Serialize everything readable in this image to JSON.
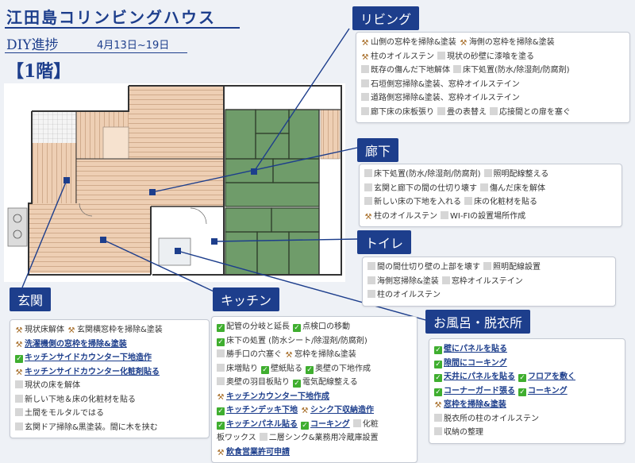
{
  "header": {
    "title": "江田島コリンビングハウス",
    "subtitle": "DIY進捗",
    "date_range": "4月13日~19日",
    "floor": "【1階】"
  },
  "sections": {
    "living": {
      "label": "リビング",
      "rows": [
        [
          {
            "icon": "hammer",
            "text": "山側の窓枠を掃除&塗装",
            "done": false
          },
          {
            "icon": "hammer",
            "text": "海側の窓枠を掃除&塗装",
            "done": false
          }
        ],
        [
          {
            "icon": "hammer",
            "text": "柱のオイルステン",
            "done": false
          },
          {
            "icon": "square",
            "text": "現状の砂壁に漆喰を塗る",
            "done": false
          }
        ],
        [
          {
            "icon": "square",
            "text": "既存の傷んだ下地解体",
            "done": false
          },
          {
            "icon": "square",
            "text": "床下処置(防水/除湿剤/防腐剤)",
            "done": false
          }
        ],
        [
          {
            "icon": "square",
            "text": "石垣側窓掃除&塗装、窓枠オイルステイン",
            "done": false
          }
        ],
        [
          {
            "icon": "square",
            "text": "道路側窓掃除&塗装、窓枠オイルステイン",
            "done": false
          }
        ],
        [
          {
            "icon": "square",
            "text": "廊下床の床板張り",
            "done": false
          },
          {
            "icon": "square",
            "text": "畳の表替え",
            "done": false
          },
          {
            "icon": "square",
            "text": "応接間との扉を塞ぐ",
            "done": false
          }
        ]
      ]
    },
    "hallway": {
      "label": "廊下",
      "rows": [
        [
          {
            "icon": "square",
            "text": "床下処置(防水/除湿剤/防腐剤)",
            "done": false
          },
          {
            "icon": "square",
            "text": "照明配線整える",
            "done": false
          }
        ],
        [
          {
            "icon": "square",
            "text": "玄関と廊下の間の仕切り壊す",
            "done": false
          },
          {
            "icon": "square",
            "text": "傷んだ床を解体",
            "done": false
          }
        ],
        [
          {
            "icon": "square",
            "text": "新しい床の下地を入れる",
            "done": false
          },
          {
            "icon": "square",
            "text": "床の化粧材を貼る",
            "done": false
          }
        ],
        [
          {
            "icon": "hammer",
            "text": "柱のオイルステン",
            "done": false
          },
          {
            "icon": "square",
            "text": "WI-FIの設置場所作成",
            "done": false
          }
        ]
      ]
    },
    "toilet": {
      "label": "トイレ",
      "rows": [
        [
          {
            "icon": "square",
            "text": "間の間仕切り壁の上部を壊す",
            "done": false
          },
          {
            "icon": "square",
            "text": "照明配線設置",
            "done": false
          }
        ],
        [
          {
            "icon": "square",
            "text": "海側窓掃除&塗装",
            "done": false
          },
          {
            "icon": "square",
            "text": "窓枠オイルステイン",
            "done": false
          }
        ],
        [
          {
            "icon": "square",
            "text": "柱のオイルステン",
            "done": false
          }
        ]
      ]
    },
    "entrance": {
      "label": "玄関",
      "rows": [
        [
          {
            "icon": "hammer",
            "text": "現状床解体",
            "done": false
          },
          {
            "icon": "hammer",
            "text": "玄関横窓枠を掃除&塗装",
            "done": false
          }
        ],
        [
          {
            "icon": "hammer",
            "text": "洗濯機側の窓枠を掃除&塗装",
            "done": true
          }
        ],
        [
          {
            "icon": "check",
            "text": "キッチンサイドカウンター下地造作",
            "done": true
          }
        ],
        [
          {
            "icon": "hammer",
            "text": "キッチンサイドカウンター化粧剤貼る",
            "done": true
          }
        ],
        [
          {
            "icon": "square",
            "text": "現状の床を解体",
            "done": false
          }
        ],
        [
          {
            "icon": "square",
            "text": "新しい下地＆床の化粧材を貼る",
            "done": false
          }
        ],
        [
          {
            "icon": "square",
            "text": "土間をモルタルではる",
            "done": false
          }
        ],
        [
          {
            "icon": "square",
            "text": "玄関ドア掃除&黒塗装。間に木を挟む",
            "done": false
          }
        ]
      ]
    },
    "kitchen": {
      "label": "キッチン",
      "rows": [
        [
          {
            "icon": "check",
            "text": "配管の分岐と延長",
            "done": false
          },
          {
            "icon": "check",
            "text": "点検口の移動",
            "done": false
          }
        ],
        [
          {
            "icon": "check",
            "text": "床下の処置 (防水シート/除湿剤/防腐剤)",
            "done": false
          }
        ],
        [
          {
            "icon": "square",
            "text": "勝手口の穴塞ぐ",
            "done": false
          },
          {
            "icon": "hammer",
            "text": "窓枠を掃除&塗装",
            "done": false
          }
        ],
        [
          {
            "icon": "square",
            "text": "床増貼り",
            "done": false
          },
          {
            "icon": "check",
            "text": "壁紙貼る",
            "done": false
          },
          {
            "icon": "check",
            "text": "奥壁の下地作成",
            "done": false
          }
        ],
        [
          {
            "icon": "square",
            "text": "奥壁の羽目板貼り",
            "done": false
          },
          {
            "icon": "check",
            "text": "電気配線整える",
            "done": false
          }
        ],
        [
          {
            "icon": "hammer",
            "text": "キッチンカウンター下地作成",
            "done": true
          }
        ],
        [
          {
            "icon": "check",
            "text": "キッチンデッキ下地",
            "done": true
          },
          {
            "icon": "hammer",
            "text": "シンク下収納造作",
            "done": true
          }
        ],
        [
          {
            "icon": "check",
            "text": "キッチンパネル貼る",
            "done": true
          },
          {
            "icon": "check",
            "text": "コーキング",
            "done": true
          },
          {
            "icon": "square",
            "text": "化粧",
            "done": false
          }
        ],
        [
          {
            "icon": "none",
            "text": "板ワックス",
            "done": false
          },
          {
            "icon": "square",
            "text": "二層シンク&業務用冷蔵庫設置",
            "done": false
          }
        ],
        [
          {
            "icon": "hammer",
            "text": "飲食営業許可申請",
            "done": true
          }
        ]
      ]
    },
    "bath": {
      "label": "お風呂・脱衣所",
      "rows": [
        [
          {
            "icon": "check",
            "text": "壁にパネルを貼る",
            "done": true
          }
        ],
        [
          {
            "icon": "check",
            "text": "隙間にコーキング",
            "done": true
          }
        ],
        [
          {
            "icon": "check",
            "text": "天井にパネルを貼る",
            "done": true
          },
          {
            "icon": "check",
            "text": "フロアを敷く",
            "done": true
          }
        ],
        [
          {
            "icon": "check",
            "text": "コーナーガード張る",
            "done": true
          },
          {
            "icon": "check",
            "text": "コーキング",
            "done": true
          }
        ],
        [
          {
            "icon": "hammer",
            "text": "窓枠を掃除&塗装",
            "done": true
          }
        ],
        [
          {
            "icon": "square",
            "text": "脱衣所の柱のオイルステン",
            "done": false
          }
        ],
        [
          {
            "icon": "square",
            "text": "収納の整理",
            "done": false
          }
        ]
      ]
    }
  },
  "colors": {
    "accent": "#1d3e8c",
    "wood": "#eecfb4",
    "tatami": "#6f9c6a",
    "done_check": "#3fae2f"
  }
}
